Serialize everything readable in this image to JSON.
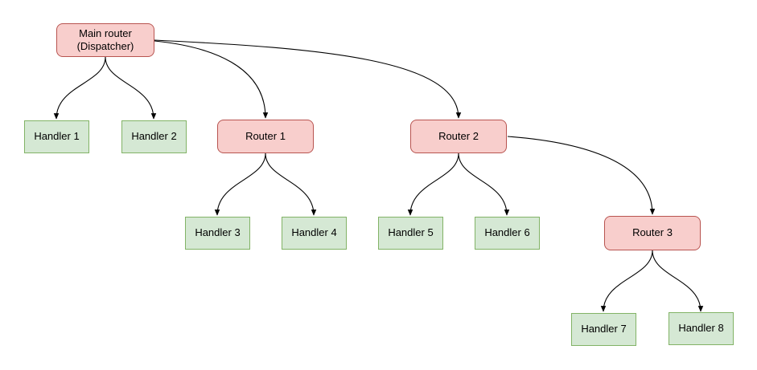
{
  "diagram": {
    "type": "tree",
    "background": "#ffffff",
    "colors": {
      "router_fill": "#f8cecc",
      "router_border": "#b85450",
      "handler_fill": "#d5e8d4",
      "handler_border": "#82b366",
      "edge_stroke": "#000000",
      "text": "#000000"
    },
    "nodes": {
      "main": {
        "label": "Main router\n(Dispatcher)",
        "type": "router"
      },
      "handler1": {
        "label": "Handler 1",
        "type": "handler"
      },
      "handler2": {
        "label": "Handler 2",
        "type": "handler"
      },
      "router1": {
        "label": "Router 1",
        "type": "router"
      },
      "router2": {
        "label": "Router 2",
        "type": "router"
      },
      "handler3": {
        "label": "Handler 3",
        "type": "handler"
      },
      "handler4": {
        "label": "Handler 4",
        "type": "handler"
      },
      "handler5": {
        "label": "Handler 5",
        "type": "handler"
      },
      "handler6": {
        "label": "Handler 6",
        "type": "handler"
      },
      "router3": {
        "label": "Router 3",
        "type": "router"
      },
      "handler7": {
        "label": "Handler 7",
        "type": "handler"
      },
      "handler8": {
        "label": "Handler 8",
        "type": "handler"
      }
    },
    "edges": [
      {
        "from": "main",
        "to": "handler1"
      },
      {
        "from": "main",
        "to": "handler2"
      },
      {
        "from": "main",
        "to": "router1"
      },
      {
        "from": "main",
        "to": "router2"
      },
      {
        "from": "router1",
        "to": "handler3"
      },
      {
        "from": "router1",
        "to": "handler4"
      },
      {
        "from": "router2",
        "to": "handler5"
      },
      {
        "from": "router2",
        "to": "handler6"
      },
      {
        "from": "router2",
        "to": "router3"
      },
      {
        "from": "router3",
        "to": "handler7"
      },
      {
        "from": "router3",
        "to": "handler8"
      }
    ]
  }
}
